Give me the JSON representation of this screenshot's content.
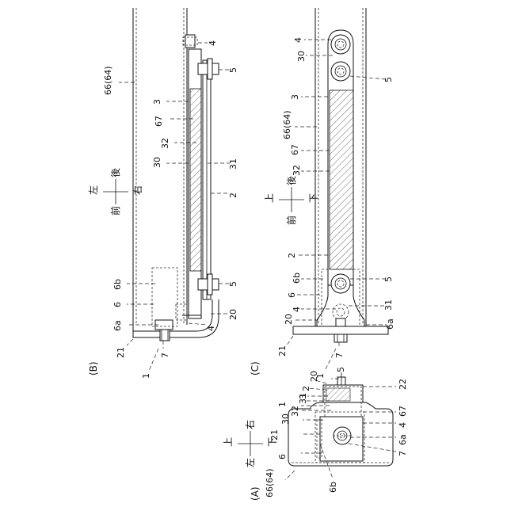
{
  "figure_b": {
    "caption": "(B)",
    "dir_top": "左",
    "dir_left": "前",
    "dir_right": "後",
    "dir_bottom": "右",
    "labels": {
      "l_4": "4",
      "l_5a": "5",
      "l_66_64": "66(64)",
      "l_3": "3",
      "l_67": "67",
      "l_32": "32",
      "l_30": "30",
      "l_31": "31",
      "l_2": "2",
      "l_6b": "6b",
      "l_5b": "5",
      "l_6": "6",
      "l_20": "20",
      "l_4b": "4",
      "l_6a": "6a",
      "l_21": "21",
      "l_7": "7",
      "l_1": "1"
    }
  },
  "figure_c": {
    "caption": "(C)",
    "dir_top": "上",
    "dir_left": "前",
    "dir_right": "後",
    "dir_bottom": "下",
    "labels": {
      "l_4": "4",
      "l_30": "30",
      "l_5a": "5",
      "l_3": "3",
      "l_66_64": "66(64)",
      "l_67": "67",
      "l_32": "32",
      "l_2": "2",
      "l_6b": "6b",
      "l_5b": "5",
      "l_6": "6",
      "l_4b": "4",
      "l_31": "31",
      "l_20": "20",
      "l_6a": "6a",
      "l_21": "21",
      "l_7": "7",
      "l_1": "1"
    }
  },
  "figure_a": {
    "caption": "(A)",
    "dir_top": "上",
    "dir_left": "左",
    "dir_right": "右",
    "dir_bottom": "下",
    "labels": {
      "l_5": "5",
      "l_20": "20",
      "l_22": "22",
      "l_2": "2",
      "l_3": "3",
      "l_31": "31",
      "l_1": "1",
      "l_32": "32",
      "l_67": "67",
      "l_30": "30",
      "l_4": "4",
      "l_21": "21",
      "l_6a": "6a",
      "l_6": "6",
      "l_7": "7",
      "l_66_64": "66(64)",
      "l_6b": "6b"
    }
  }
}
